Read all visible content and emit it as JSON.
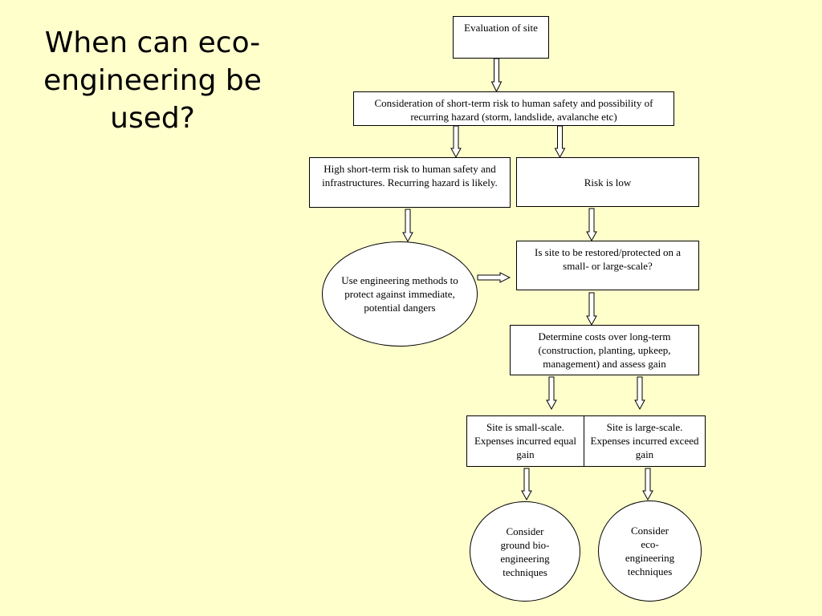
{
  "slide": {
    "title": "When can eco-engineering be used?"
  },
  "flowchart": {
    "evaluation": "Evaluation of site",
    "consideration": "Consideration of short-term risk to human safety and possibility of recurring hazard (storm, landslide, avalanche etc)",
    "high_risk": "High short-term risk to human safety and infrastructures. Recurring hazard is likely.",
    "low_risk": "Risk is low",
    "use_engineering": "Use engineering methods to protect against immediate, potential dangers",
    "scale_question": "Is site to be restored/protected on a small- or large-scale?",
    "determine_costs": "Determine costs over long-term (construction, planting, upkeep, management) and assess gain",
    "small_scale": "Site is small-scale. Expenses incurred equal gain",
    "large_scale": "Site is large-scale. Expenses incurred exceed gain",
    "ground_bio": "Consider ground bio-engineering techniques",
    "eco_engineering": "Consider eco-engineering techniques"
  },
  "colors": {
    "background": "#ffffcc",
    "box_fill": "#ffffff",
    "stroke": "#000000"
  }
}
